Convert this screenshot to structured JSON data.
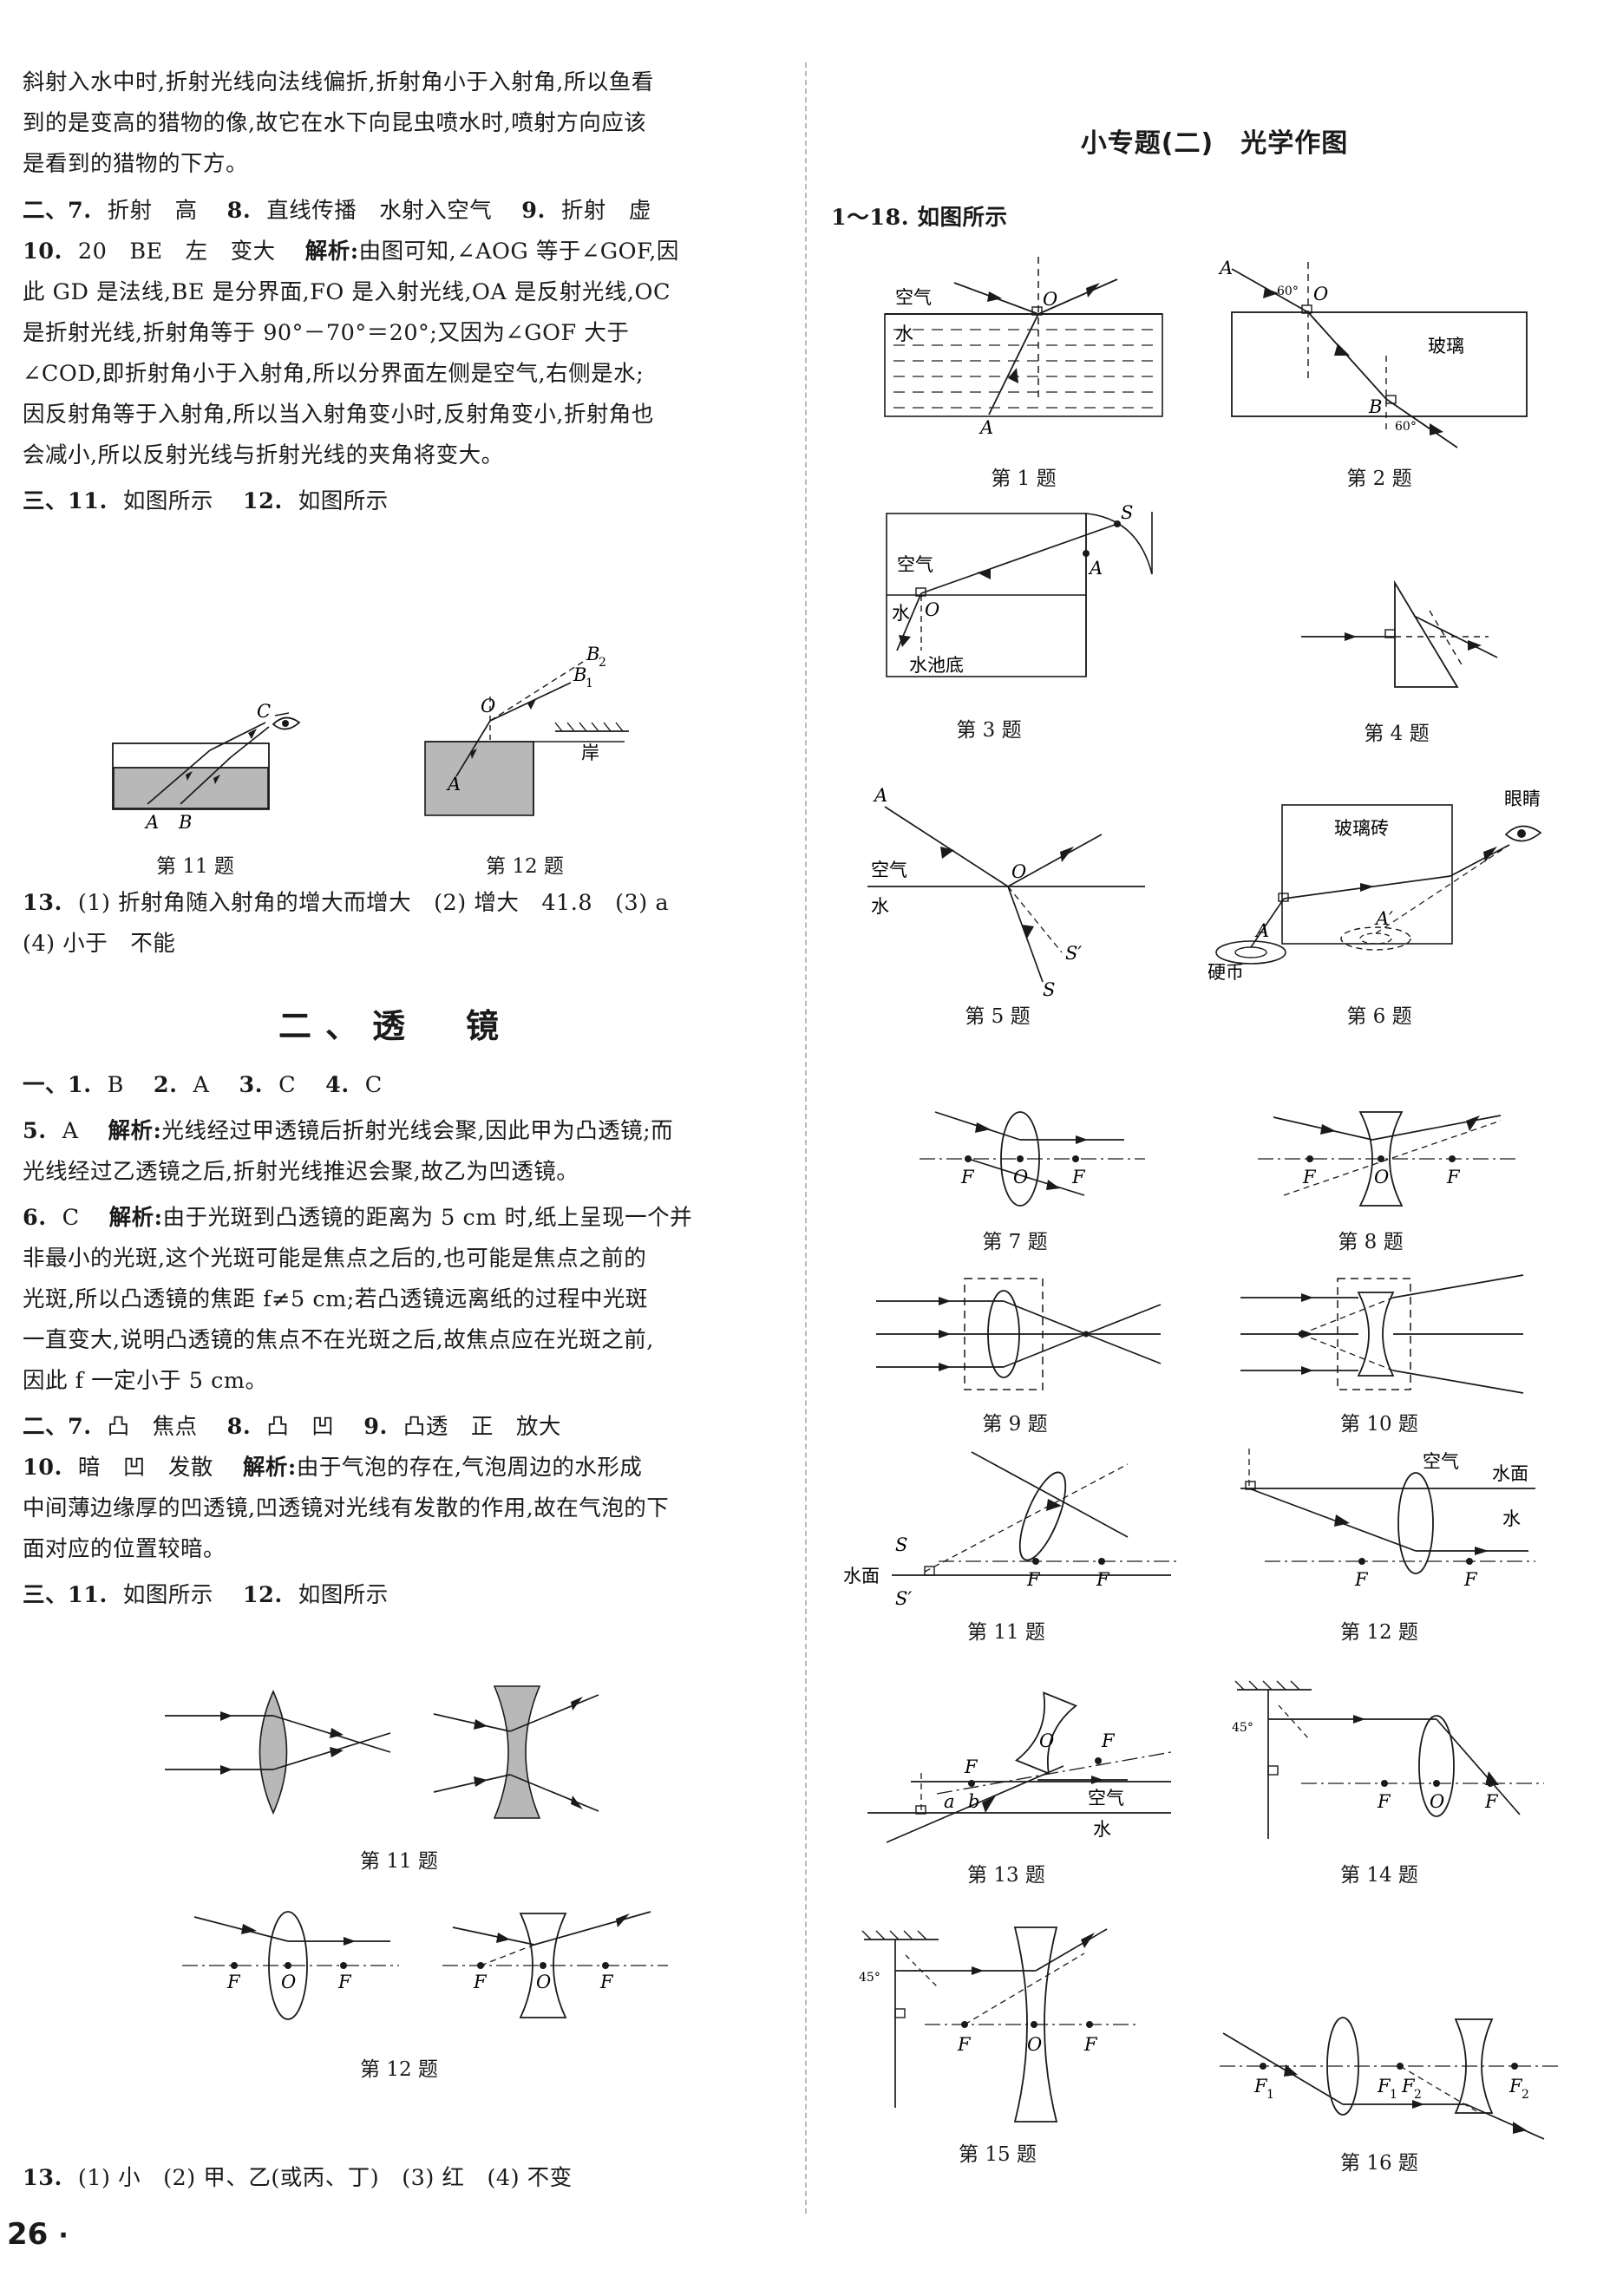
{
  "page": {
    "folio": "26",
    "folio_dot": "·"
  },
  "left_column": {
    "paragraph_top": [
      "斜射入水中时,折射光线向法线偏折,折射角小于入射角,所以鱼看",
      "到的是变高的猎物的像,故它在水下向昆虫喷水时,喷射方向应该",
      "是看到的猎物的下方。"
    ],
    "line_group_two": {
      "prefix": "二、",
      "items": [
        {
          "num": "7.",
          "answers": "折射　高"
        },
        {
          "num": "8.",
          "answers": "直线传播　水射入空气"
        },
        {
          "num": "9.",
          "answers": "折射　虚"
        }
      ]
    },
    "item10": {
      "num": "10.",
      "answers": "20　BE　左　变大",
      "analysis_label": "解析:",
      "analysis": [
        "由图可知,∠AOG 等于∠GOF,因",
        "此 GD 是法线,BE 是分界面,FO 是入射光线,OA 是反射光线,OC",
        "是折射光线,折射角等于 90°－70°＝20°;又因为∠GOF 大于",
        "∠COD,即折射角小于入射角,所以分界面左侧是空气,右侧是水;",
        "因反射角等于入射角,所以当入射角变小时,反射角变小,折射角也",
        "会减小,所以反射光线与折射光线的夹角将变大。"
      ]
    },
    "line_group_three": {
      "prefix": "三、",
      "items": [
        {
          "num": "11.",
          "answers": "如图所示"
        },
        {
          "num": "12.",
          "answers": "如图所示"
        }
      ]
    },
    "fig11": {
      "caption": "第 11 题",
      "labels": {
        "A": "A",
        "B": "B",
        "C": "C"
      }
    },
    "fig12": {
      "caption": "第 12 题",
      "labels": {
        "O": "O",
        "A": "A",
        "B1": "B",
        "B1sub": "1",
        "B2": "B",
        "B2sub": "2",
        "shore": "岸"
      }
    },
    "item13": {
      "num": "13.",
      "parts": "(1) 折射角随入射角的增大而增大　(2) 增大　41.8　(3) a",
      "parts2": "(4) 小于　不能"
    },
    "lens_section": {
      "heading": "二、透　镜",
      "group_one": {
        "prefix": "一、",
        "items": [
          {
            "num": "1.",
            "answers": "B"
          },
          {
            "num": "2.",
            "answers": "A"
          },
          {
            "num": "3.",
            "answers": "C"
          },
          {
            "num": "4.",
            "answers": "C"
          }
        ]
      },
      "item5": {
        "num": "5.",
        "answer": "A",
        "analysis_label": "解析:",
        "analysis": [
          "光线经过甲透镜后折射光线会聚,因此甲为凸透镜;而",
          "光线经过乙透镜之后,折射光线推迟会聚,故乙为凹透镜。"
        ]
      },
      "item6": {
        "num": "6.",
        "answer": "C",
        "analysis_label": "解析:",
        "analysis": [
          "由于光斑到凸透镜的距离为 5 cm 时,纸上呈现一个并",
          "非最小的光斑,这个光斑可能是焦点之后的,也可能是焦点之前的",
          "光斑,所以凸透镜的焦距 f≠5 cm;若凸透镜远离纸的过程中光斑",
          "一直变大,说明凸透镜的焦点不在光斑之后,故焦点应在光斑之前,",
          "因此 f 一定小于 5 cm。"
        ]
      },
      "group_two": {
        "prefix": "二、",
        "items": [
          {
            "num": "7.",
            "answers": "凸　焦点"
          },
          {
            "num": "8.",
            "answers": "凸　凹"
          },
          {
            "num": "9.",
            "answers": "凸透　正　放大"
          }
        ]
      },
      "item10": {
        "num": "10.",
        "answers": "暗　凹　发散",
        "analysis_label": "解析:",
        "analysis": [
          "由于气泡的存在,气泡周边的水形成",
          "中间薄边缘厚的凹透镜,凹透镜对光线有发散的作用,故在气泡的下",
          "面对应的位置较暗。"
        ]
      },
      "group_three": {
        "prefix": "三、",
        "items": [
          {
            "num": "11.",
            "answers": "如图所示"
          },
          {
            "num": "12.",
            "answers": "如图所示"
          }
        ]
      },
      "fig11_caption": "第 11 题",
      "fig12_caption": "第 12 题",
      "item13": {
        "num": "13.",
        "parts": "(1) 小　(2) 甲、乙(或丙、丁)　(3) 红　(4) 不变"
      }
    }
  },
  "right_column": {
    "title": "小专题(二)　光学作图",
    "intro": "1～18. 如图所示",
    "figures": [
      {
        "caption": "第 1 题",
        "labels": {
          "air": "空气",
          "water": "水",
          "O": "O",
          "A": "A"
        }
      },
      {
        "caption": "第 2 题",
        "labels": {
          "A": "A",
          "O": "O",
          "B": "B",
          "glass": "玻璃",
          "angle1": "60°",
          "angle2": "60°"
        }
      },
      {
        "caption": "第 3 题",
        "labels": {
          "air": "空气",
          "water": "水",
          "O": "O",
          "A": "A",
          "S": "S",
          "pool": "水池底"
        }
      },
      {
        "caption": "第 4 题",
        "labels": {}
      },
      {
        "caption": "第 5 题",
        "labels": {
          "air": "空气",
          "water": "水",
          "A": "A",
          "O": "O",
          "S": "S",
          "Sp": "S′"
        }
      },
      {
        "caption": "第 6 题",
        "labels": {
          "brick": "玻璃砖",
          "eye": "眼睛",
          "coin": "硬币",
          "A": "A",
          "Ap": "A′"
        }
      },
      {
        "caption": "第 7 题",
        "labels": {
          "F1": "F",
          "O": "O",
          "F2": "F"
        }
      },
      {
        "caption": "第 8 题",
        "labels": {
          "F1": "F",
          "O": "O",
          "F2": "F"
        }
      },
      {
        "caption": "第 9 题",
        "labels": {}
      },
      {
        "caption": "第 10 题",
        "labels": {}
      },
      {
        "caption": "第 11 题",
        "labels": {
          "S": "S",
          "Sp": "S′",
          "surface": "水面",
          "F1": "F",
          "F2": "F"
        }
      },
      {
        "caption": "第 12 题",
        "labels": {
          "air": "空气",
          "surface": "水面",
          "water": "水",
          "F1": "F",
          "F2": "F"
        }
      },
      {
        "caption": "第 13 题",
        "labels": {
          "F1": "F",
          "F2": "F",
          "O": "O",
          "a": "a",
          "b": "b",
          "air": "空气",
          "water": "水"
        }
      },
      {
        "caption": "第 14 题",
        "labels": {
          "angle": "45°",
          "F1": "F",
          "O": "O",
          "F2": "F"
        }
      },
      {
        "caption": "第 15 题",
        "labels": {
          "angle": "45°",
          "F1": "F",
          "O": "O",
          "F2": "F"
        }
      },
      {
        "caption": "第 16 题",
        "labels": {
          "F1": "F",
          "F1sub": "1",
          "F1b": "F",
          "F1bsub": "1",
          "F2b": "F",
          "F2bsub": "2",
          "F2": "F",
          "F2sub": "2"
        }
      }
    ]
  }
}
